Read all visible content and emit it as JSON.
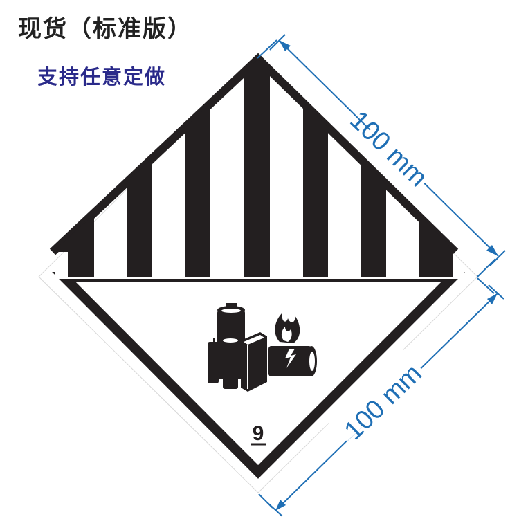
{
  "header": {
    "title": "现货（标准版）",
    "subtitle": "支持任意定做"
  },
  "label": {
    "hazard_class": "9",
    "pictogram": "lithium-battery-icon"
  },
  "dimensions": {
    "top_right": "100 mm",
    "bottom_right": "100 mm"
  },
  "colors": {
    "ink": "#231f20",
    "dimension": "#1f6fb5",
    "subtitle": "#2a2a8a"
  }
}
